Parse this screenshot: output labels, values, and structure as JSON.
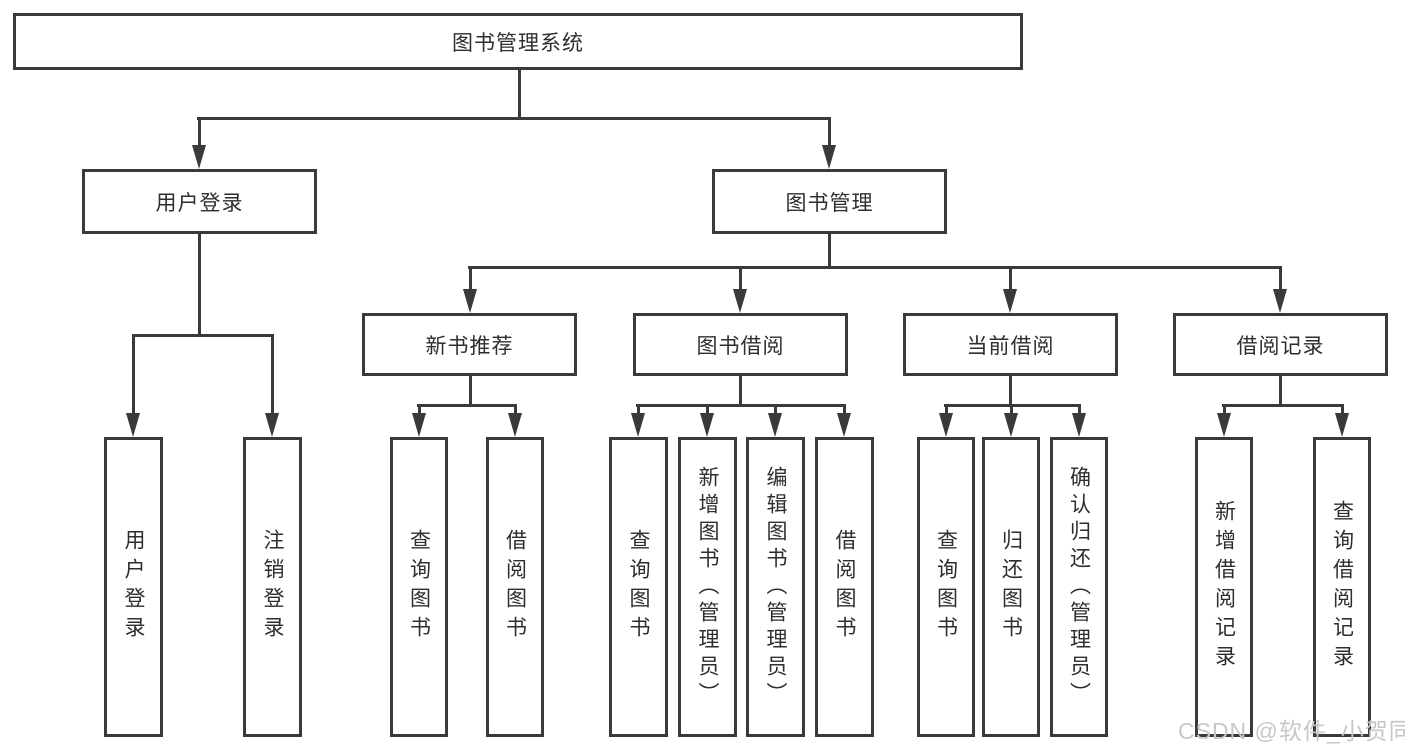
{
  "nodes": {
    "root": "图书管理系统",
    "user_login": "用户登录",
    "book_mgmt": "图书管理",
    "new_book_recommend": "新书推荐",
    "book_borrow": "图书借阅",
    "current_borrow": "当前借阅",
    "borrow_records": "借阅记录",
    "leaf_user_login": "用户登录",
    "leaf_logout": "注销登录",
    "leaf_nb_query": "查询图书",
    "leaf_nb_borrow": "借阅图书",
    "leaf_bb_query": "查询图书",
    "leaf_bb_add": "新增图书（管理员）",
    "leaf_bb_edit": "编辑图书（管理员）",
    "leaf_bb_borrow": "借阅图书",
    "leaf_cb_query": "查询图书",
    "leaf_cb_return": "归还图书",
    "leaf_cb_confirm": "确认归还（管理员）",
    "leaf_br_add": "新增借阅记录",
    "leaf_br_query": "查询借阅记录"
  },
  "watermark": "CSDN @软件_小贺同学",
  "colors": {
    "line": "#3a3a3a",
    "text": "#2e2e2e",
    "watermark": "#c7c7c7",
    "background": "#ffffff"
  }
}
